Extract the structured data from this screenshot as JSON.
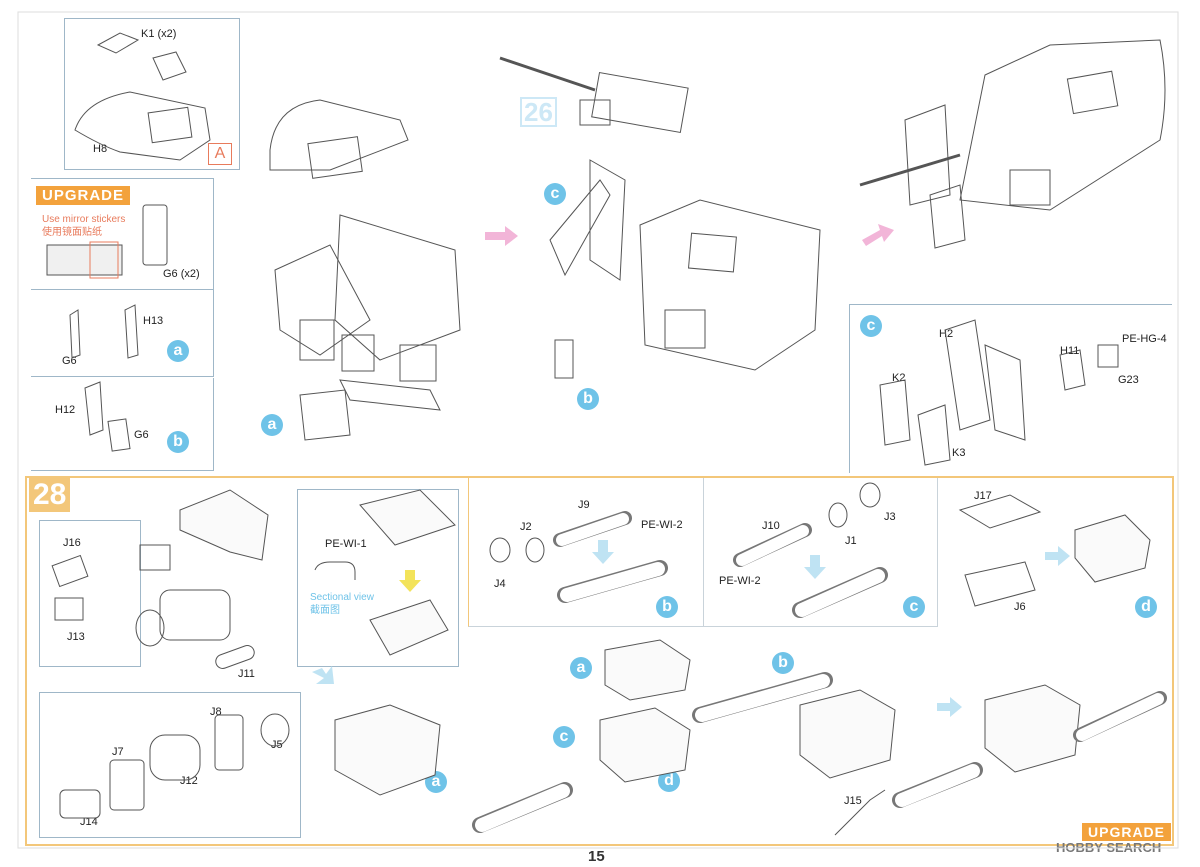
{
  "colors": {
    "accent_blue": "#6fc3e8",
    "upgrade_orange": "#f3a23c",
    "frame_orange": "#f3c77a",
    "frame_blue": "#9fb7c8",
    "arrow_pink": "#f2b5d8",
    "note_red": "#e87b5c"
  },
  "step27": {
    "sub_a": {
      "k1": "K1 (x2)",
      "h8": "H8",
      "marker": "A"
    },
    "upgrade": {
      "badge": "UPGRADE",
      "note_en": "Use mirror stickers",
      "note_cn": "使用镜面贴纸",
      "g6": "G6 (x2)"
    },
    "sub_h13": {
      "h13": "H13",
      "g6": "G6",
      "circle": "a"
    },
    "sub_h12": {
      "h12": "H12",
      "g6": "G6",
      "circle": "b"
    },
    "main": {
      "circle_a": "a"
    }
  },
  "step26": {
    "number": "26",
    "circle_c": "c",
    "circle_b": "b"
  },
  "detail_c": {
    "circle": "c",
    "h2": "H2",
    "h11": "H11",
    "pehg": "PE-HG-4",
    "g23": "G23",
    "k2": "K2",
    "k3": "K3"
  },
  "step28": {
    "number": "28",
    "j16": "J16",
    "j13": "J13",
    "j11": "J11",
    "pewi1": "PE-WI-1",
    "section_en": "Sectional view",
    "section_cn": "截面图",
    "j8": "J8",
    "j7": "J7",
    "j5": "J5",
    "j12": "J12",
    "j14": "J14",
    "result_circle": "a"
  },
  "panel_b": {
    "j9": "J9",
    "j2": "J2",
    "pewi2": "PE-WI-2",
    "j4": "J4",
    "circle": "b"
  },
  "panel_c": {
    "j10": "J10",
    "j3": "J3",
    "j1": "J1",
    "pewi2": "PE-WI-2",
    "circle": "c"
  },
  "panel_d": {
    "j17": "J17",
    "j6": "J6",
    "circle": "d"
  },
  "bottom": {
    "a": "a",
    "b": "b",
    "c": "c",
    "d": "d",
    "j15": "J15",
    "upgrade": "UPGRADE"
  },
  "footer": {
    "page": "15",
    "watermark": "HOBBY SEARCH"
  }
}
